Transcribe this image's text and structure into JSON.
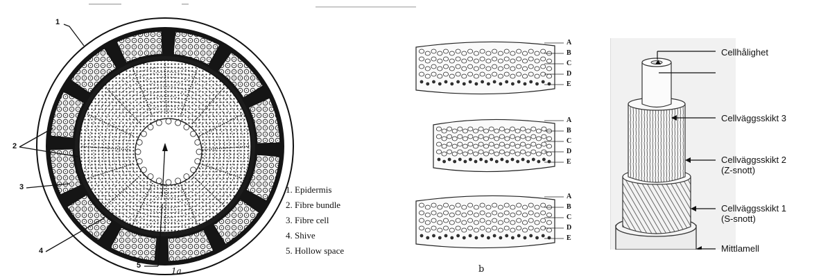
{
  "panel_a": {
    "numbers": [
      "1",
      "2",
      "3",
      "4",
      "5"
    ],
    "caption": "1a.",
    "legend": [
      "1. Epidermis",
      "2. Fibre bundle",
      "3. Fibre cell",
      "4. Shive",
      "5. Hollow space"
    ]
  },
  "panel_b": {
    "caption": "b",
    "layer_letters": [
      "A",
      "B",
      "C",
      "D",
      "E"
    ]
  },
  "panel_c": {
    "labels": [
      {
        "line1": "Cellhålighet",
        "line2": ""
      },
      {
        "line1": "Cellväggsskikt 3",
        "line2": ""
      },
      {
        "line1": "Cellväggsskikt 2",
        "line2": "(Z-snott)"
      },
      {
        "line1": "Cellväggsskikt 1",
        "line2": "(S-snott)"
      },
      {
        "line1": "Mittlamell",
        "line2": ""
      }
    ]
  }
}
